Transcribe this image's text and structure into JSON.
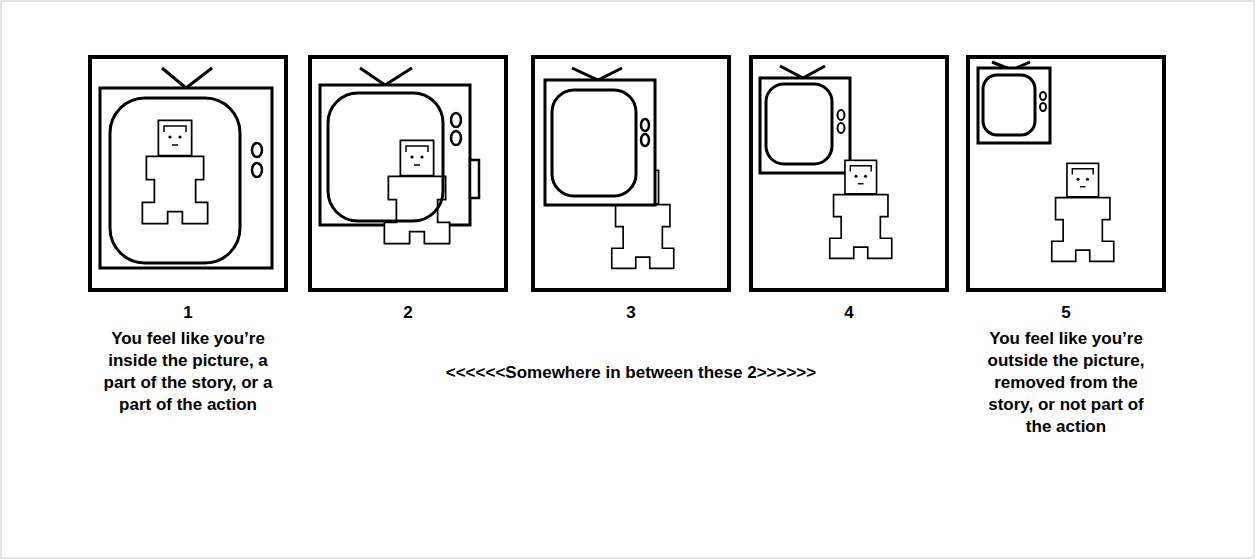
{
  "diagram": {
    "labels": [
      "1",
      "2",
      "3",
      "4",
      "5",
      "You feel like you’re inside the picture, a part of the story, or a part of the action",
      "<<<<<<Somewhere in between these 2>>>>>>",
      "You feel like you’re outside the picture, removed from the story, or not part of the action"
    ]
  }
}
